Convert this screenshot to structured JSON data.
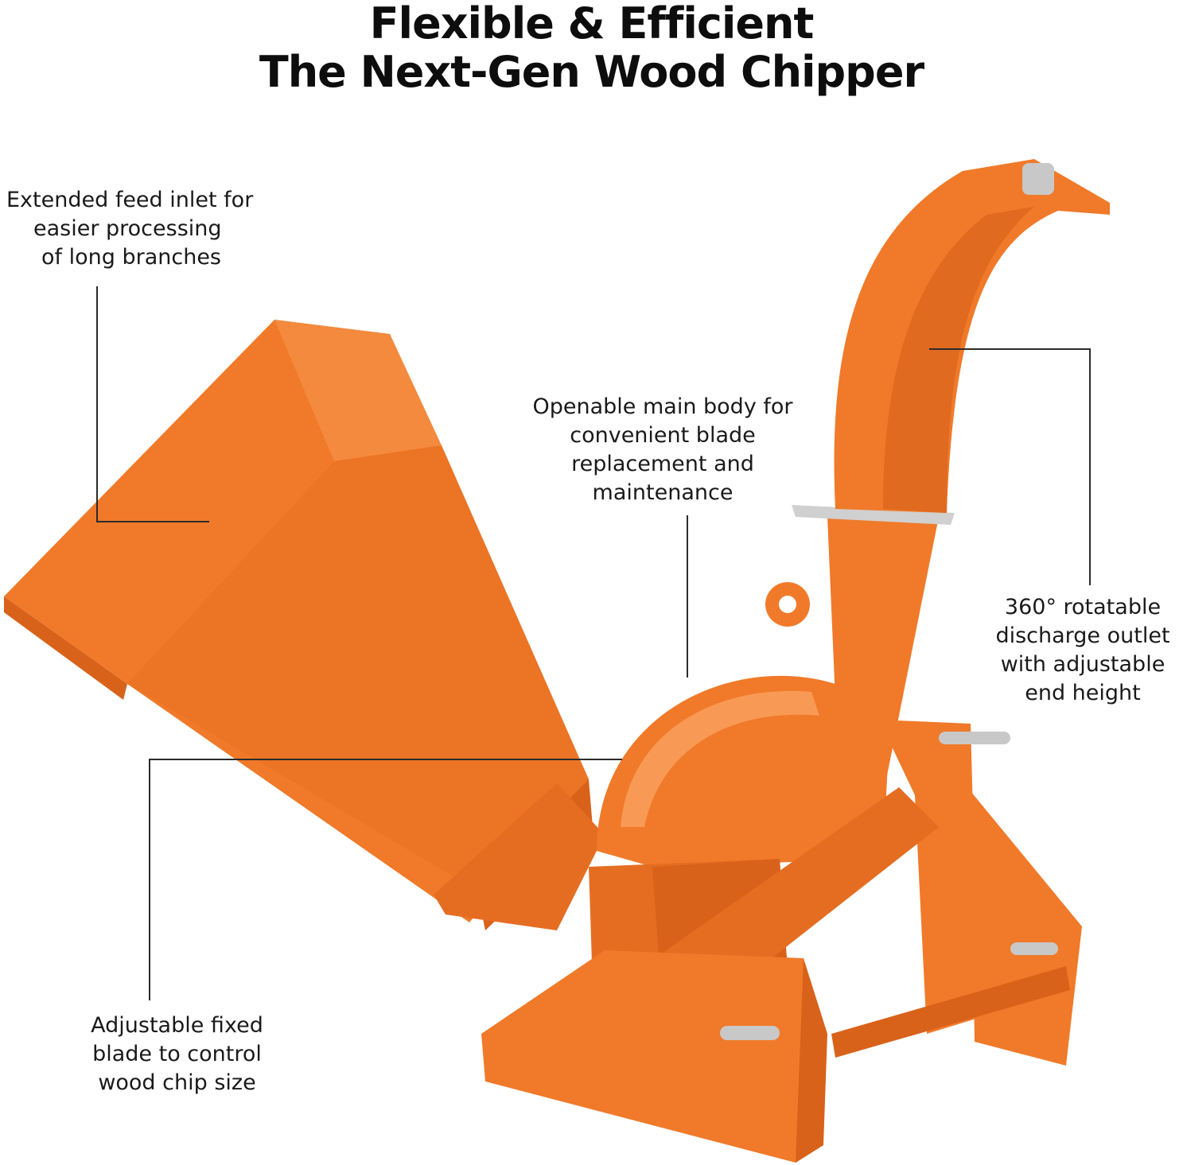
{
  "headline": {
    "line1": "Flexible & Efficient",
    "line2": "The Next-Gen Wood Chipper"
  },
  "callouts": {
    "feed_inlet": [
      "Extended feed inlet for",
      "easier processing",
      "of long branches"
    ],
    "main_body": [
      "Openable main body for",
      "convenient blade",
      "replacement and",
      "maintenance"
    ],
    "discharge": [
      "360° rotatable",
      "discharge outlet",
      "with adjustable",
      "end height"
    ],
    "fixed_blade": [
      "Adjustable fixed",
      "blade to control",
      "wood chip size"
    ]
  },
  "colors": {
    "machine_orange": "#f07a2a",
    "machine_shadow": "#d8621a",
    "machine_highlight": "#f89a55",
    "text": "#1a1a1a",
    "lead_line": "#2b2b2b"
  }
}
